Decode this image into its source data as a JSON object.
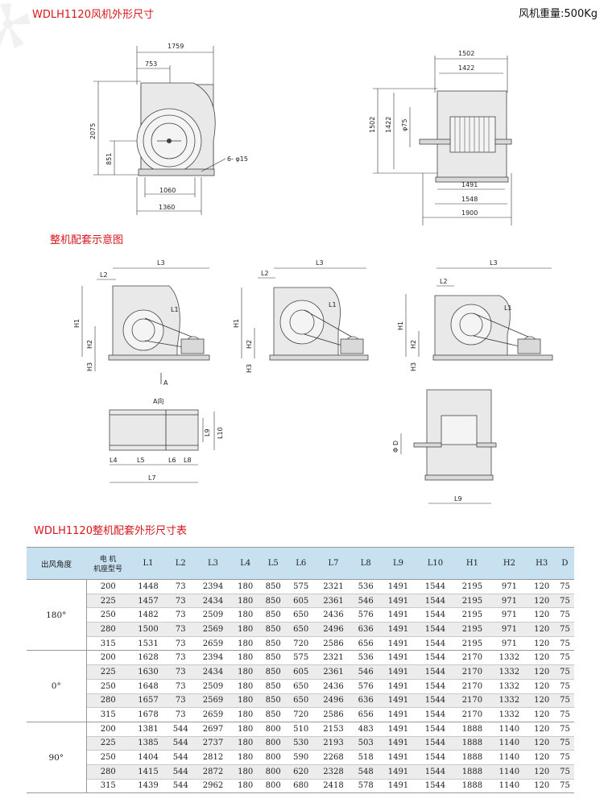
{
  "header": {
    "title": "WDLH1120风机外形尺寸",
    "weight": "风机重量:500Kg"
  },
  "section_titles": {
    "assembly": "整机配套示意图",
    "table": "WDLH1120整机配套外形尺寸表"
  },
  "drawing_front": {
    "d_1759": "1759",
    "d_753": "753",
    "d_2075": "2075",
    "d_851": "851",
    "d_holes": "6- φ15",
    "d_1060": "1060",
    "d_1360": "1360"
  },
  "drawing_side": {
    "d_1502_top": "1502",
    "d_1422_top": "1422",
    "d_1502_left": "1502",
    "d_1422_left": "1422",
    "d_phi75": "φ75",
    "d_1491": "1491",
    "d_1548": "1548",
    "d_1900": "1900"
  },
  "assembly_labels": {
    "L1": "L1",
    "L2": "L2",
    "L3": "L3",
    "H1": "H1",
    "H2": "H2",
    "H3": "H3",
    "A": "A",
    "A_view": "A向",
    "L4": "L4",
    "L5": "L5",
    "L6": "L6",
    "L7": "L7",
    "L8": "L8",
    "L9": "L9",
    "L10": "L10",
    "PhiD": "Φ D"
  },
  "table": {
    "headers": {
      "angle": "出风角度",
      "motor_line1": "电  机",
      "motor_line2": "机座型号",
      "cols": [
        "L1",
        "L2",
        "L3",
        "L4",
        "L5",
        "L6",
        "L7",
        "L8",
        "L9",
        "L10",
        "H1",
        "H2",
        "H3",
        "D"
      ]
    },
    "groups": [
      {
        "angle": "180°",
        "rows": [
          [
            "200",
            "1448",
            "73",
            "2394",
            "180",
            "850",
            "575",
            "2321",
            "536",
            "1491",
            "1544",
            "2195",
            "971",
            "120",
            "75"
          ],
          [
            "225",
            "1457",
            "73",
            "2434",
            "180",
            "850",
            "605",
            "2361",
            "546",
            "1491",
            "1544",
            "2195",
            "971",
            "120",
            "75"
          ],
          [
            "250",
            "1482",
            "73",
            "2509",
            "180",
            "850",
            "650",
            "2436",
            "576",
            "1491",
            "1544",
            "2195",
            "971",
            "120",
            "75"
          ],
          [
            "280",
            "1500",
            "73",
            "2569",
            "180",
            "850",
            "650",
            "2496",
            "636",
            "1491",
            "1544",
            "2195",
            "971",
            "120",
            "75"
          ],
          [
            "315",
            "1531",
            "73",
            "2659",
            "180",
            "850",
            "720",
            "2586",
            "656",
            "1491",
            "1544",
            "2195",
            "971",
            "120",
            "75"
          ]
        ]
      },
      {
        "angle": "0°",
        "rows": [
          [
            "200",
            "1628",
            "73",
            "2394",
            "180",
            "850",
            "575",
            "2321",
            "536",
            "1491",
            "1544",
            "2170",
            "1332",
            "120",
            "75"
          ],
          [
            "225",
            "1630",
            "73",
            "2434",
            "180",
            "850",
            "605",
            "2361",
            "546",
            "1491",
            "1544",
            "2170",
            "1332",
            "120",
            "75"
          ],
          [
            "250",
            "1648",
            "73",
            "2509",
            "180",
            "850",
            "650",
            "2436",
            "576",
            "1491",
            "1544",
            "2170",
            "1332",
            "120",
            "75"
          ],
          [
            "280",
            "1657",
            "73",
            "2569",
            "180",
            "850",
            "650",
            "2496",
            "636",
            "1491",
            "1544",
            "2170",
            "1332",
            "120",
            "75"
          ],
          [
            "315",
            "1678",
            "73",
            "2659",
            "180",
            "850",
            "720",
            "2586",
            "656",
            "1491",
            "1544",
            "2170",
            "1332",
            "120",
            "75"
          ]
        ]
      },
      {
        "angle": "90°",
        "rows": [
          [
            "200",
            "1381",
            "544",
            "2697",
            "180",
            "800",
            "510",
            "2153",
            "483",
            "1491",
            "1544",
            "1888",
            "1140",
            "120",
            "75"
          ],
          [
            "225",
            "1385",
            "544",
            "2737",
            "180",
            "800",
            "530",
            "2193",
            "503",
            "1491",
            "1544",
            "1888",
            "1140",
            "120",
            "75"
          ],
          [
            "250",
            "1404",
            "544",
            "2812",
            "180",
            "800",
            "590",
            "2268",
            "518",
            "1491",
            "1544",
            "1888",
            "1140",
            "120",
            "75"
          ],
          [
            "280",
            "1415",
            "544",
            "2872",
            "180",
            "800",
            "620",
            "2328",
            "548",
            "1491",
            "1544",
            "1888",
            "1140",
            "120",
            "75"
          ],
          [
            "315",
            "1439",
            "544",
            "2962",
            "180",
            "800",
            "680",
            "2418",
            "578",
            "1491",
            "1544",
            "1888",
            "1140",
            "120",
            "75"
          ]
        ]
      }
    ]
  }
}
